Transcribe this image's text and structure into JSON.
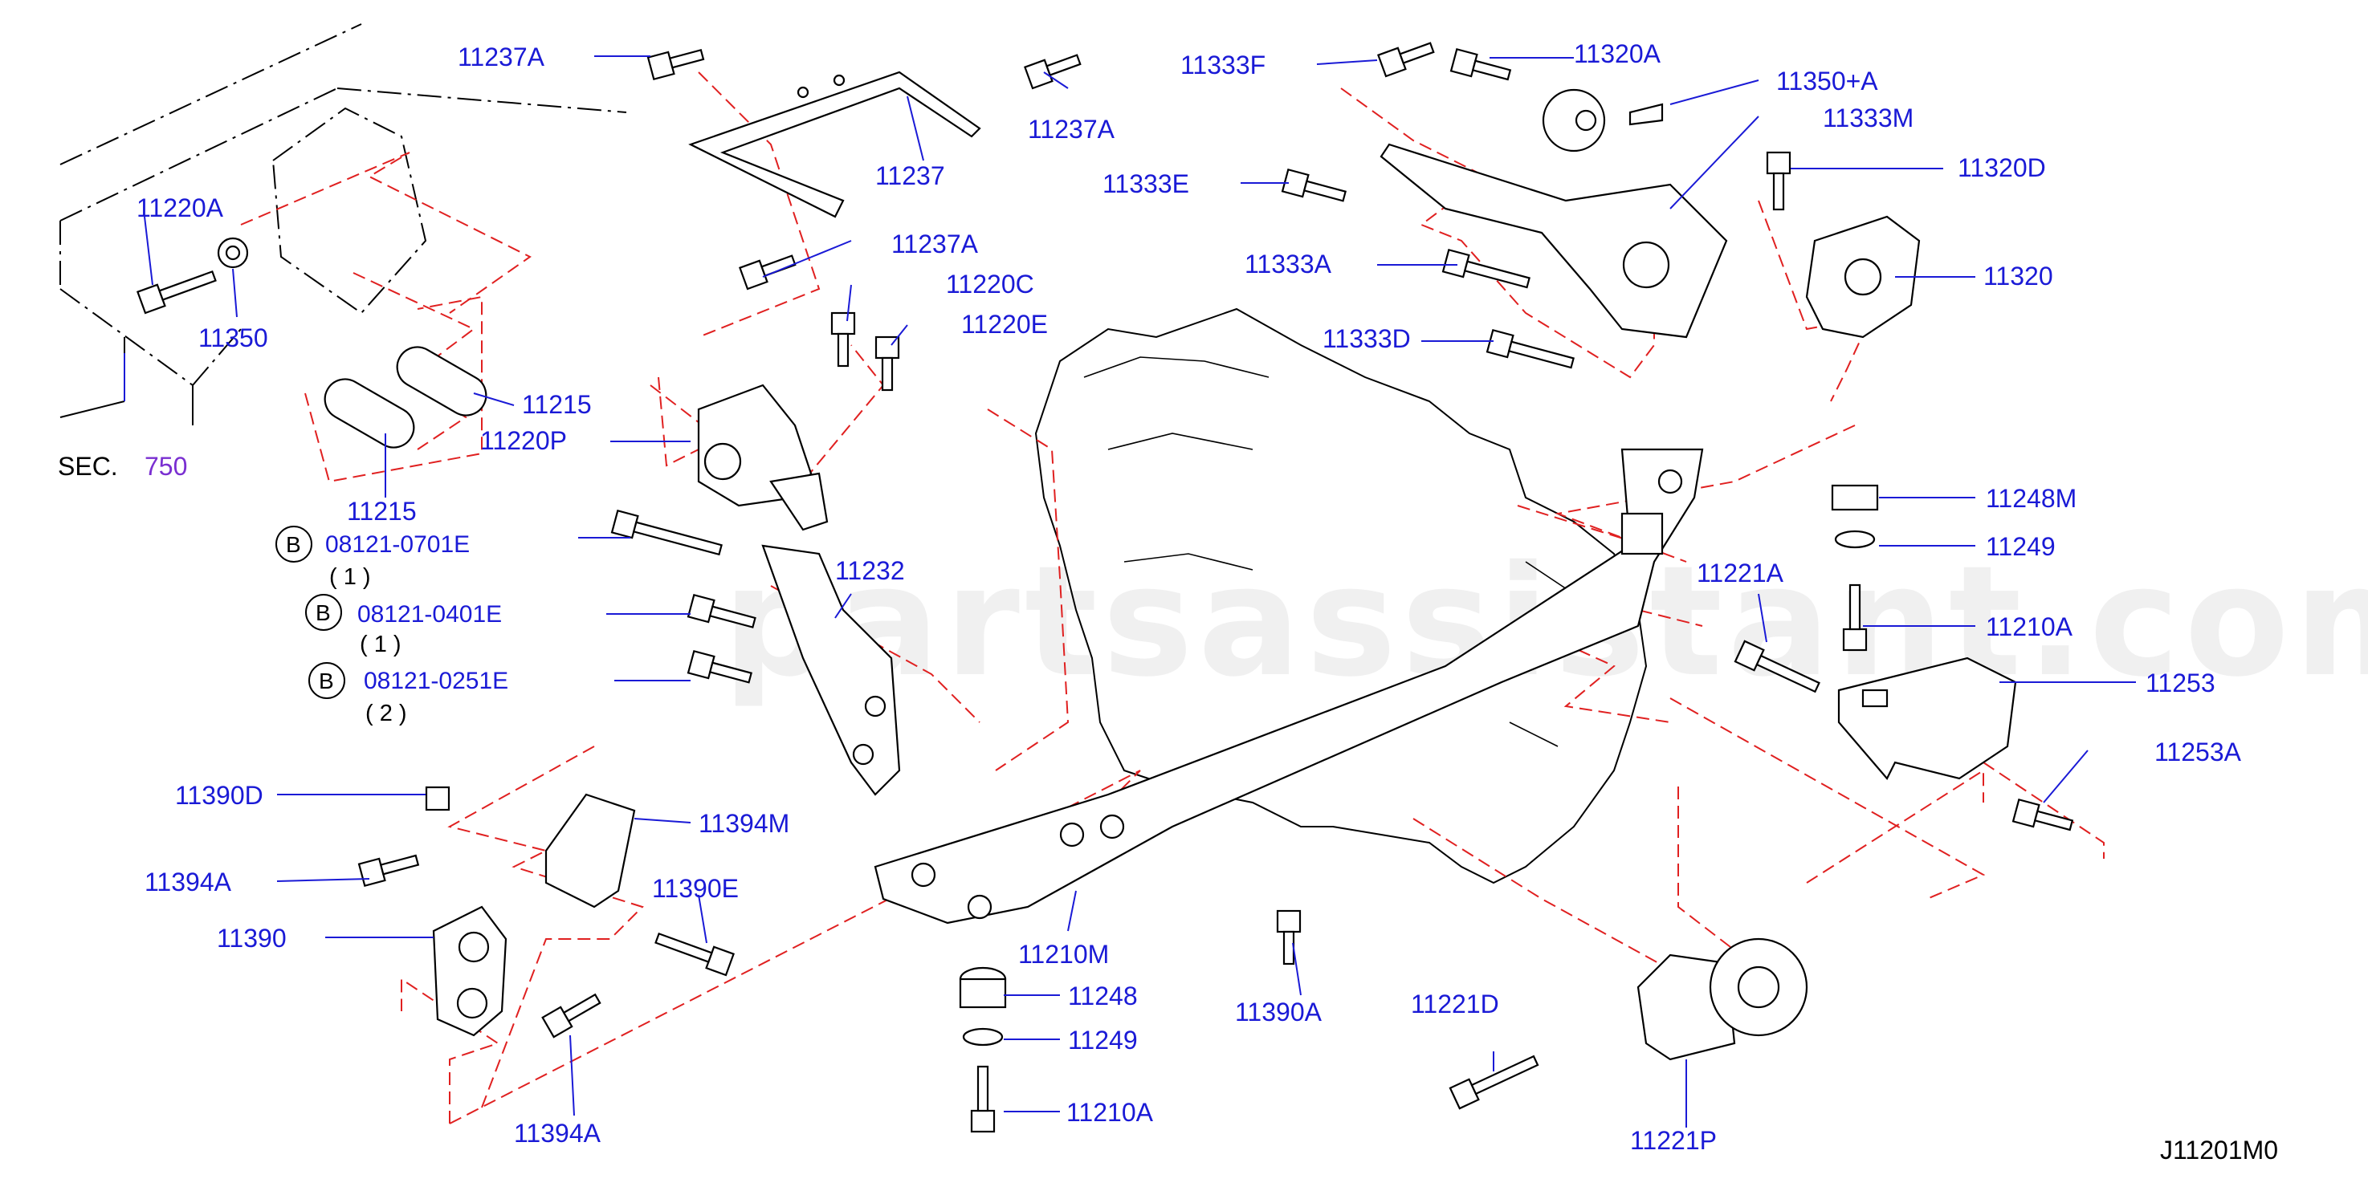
{
  "diagram": {
    "id_code": "J11201M0",
    "watermark": "partsassistant.com",
    "section_ref": {
      "prefix": "SEC.",
      "number": "750"
    },
    "colors": {
      "label": "#1a1ad6",
      "dash": "#e02020",
      "section_ref": "#7a2fd1"
    }
  },
  "part_labels": {
    "p11237A_a": "11237A",
    "p11237A_b": "11237A",
    "p11237": "11237",
    "p11237A_c": "11237A",
    "p11220A": "11220A",
    "p11350": "11350",
    "p11220C": "11220C",
    "p11220E": "11220E",
    "p11215_a": "11215",
    "p11215_b": "11215",
    "p11220P": "11220P",
    "p11232": "11232",
    "p11333F": "11333F",
    "p11320A": "11320A",
    "p11350A": "11350+A",
    "p11333M": "11333M",
    "p11333E": "11333E",
    "p11320D": "11320D",
    "p11320": "11320",
    "p11333A": "11333A",
    "p11333D": "11333D",
    "p11248M": "11248M",
    "p11249_a": "11249",
    "p11221A": "11221A",
    "p11210A_a": "11210A",
    "p11253": "11253",
    "p11253A": "11253A",
    "p11390D": "11390D",
    "p11394M": "11394M",
    "p11394A_a": "11394A",
    "p11390E": "11390E",
    "p11390": "11390",
    "p11210M": "11210M",
    "p11248": "11248",
    "p11249_b": "11249",
    "p11210A_b": "11210A",
    "p11390A": "11390A",
    "p11394A_b": "11394A",
    "p11221D": "11221D",
    "p11221P": "11221P"
  },
  "bolts": [
    {
      "marker": "B",
      "part_no": "08121-0701E",
      "qty": "( 1 )"
    },
    {
      "marker": "B",
      "part_no": "08121-0401E",
      "qty": "( 1 )"
    },
    {
      "marker": "B",
      "part_no": "08121-0251E",
      "qty": "( 2 )"
    }
  ]
}
